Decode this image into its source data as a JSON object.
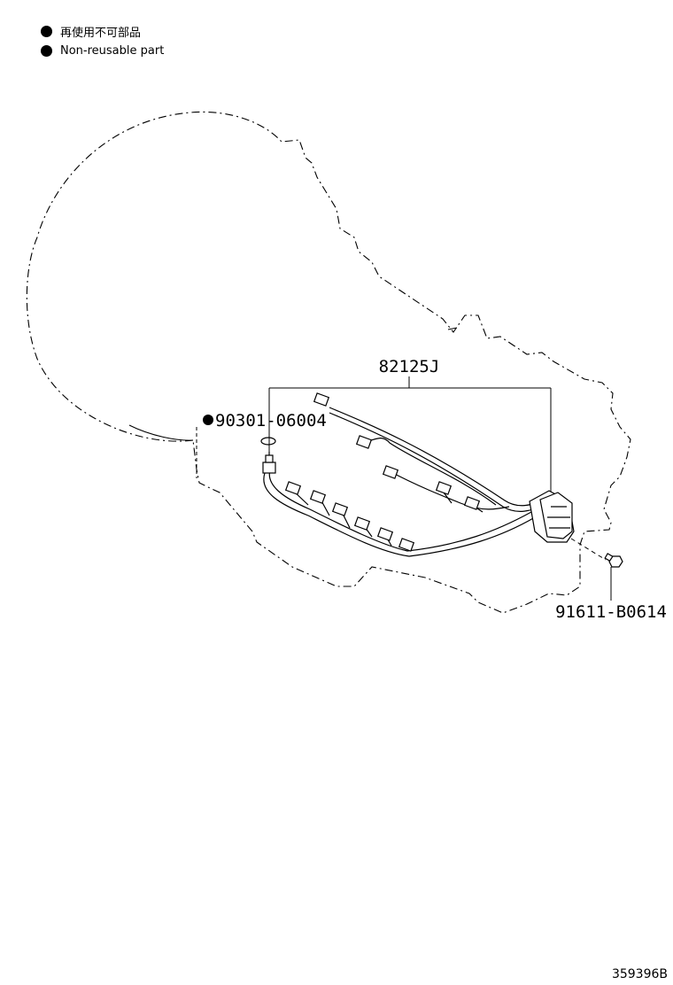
{
  "legend": {
    "items": [
      {
        "label": "再使用不可部品"
      },
      {
        "label": "Non-reusable part"
      }
    ]
  },
  "callouts": {
    "harness": "82125J",
    "oring": "90301-06004",
    "bolt": "91611-B0614"
  },
  "figure_number": "359396B"
}
